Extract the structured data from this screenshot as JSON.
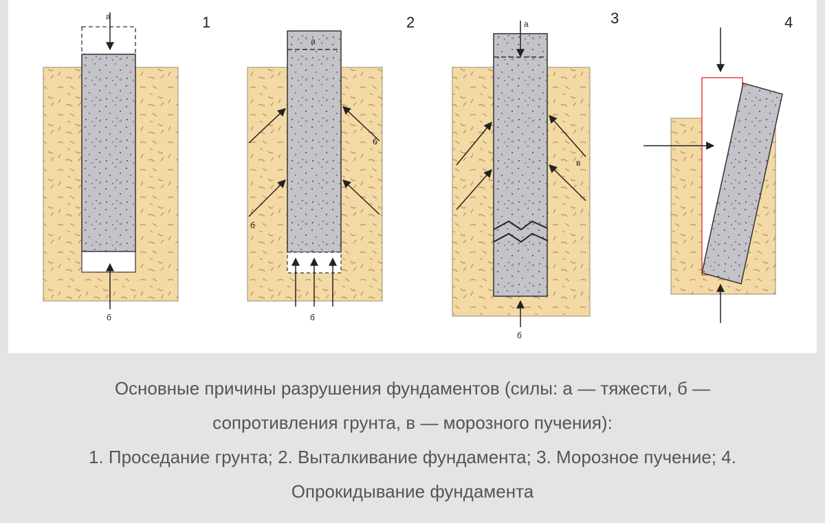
{
  "panels": [
    {
      "number": "1"
    },
    {
      "number": "2"
    },
    {
      "number": "3"
    },
    {
      "number": "4"
    }
  ],
  "force_labels": {
    "gravity": "а",
    "resistance": "б",
    "frost": "в"
  },
  "caption": [
    "Основные причины разрушения фундаментов (силы: а — тяжести, б —",
    "сопротивления грунта, в — морозного пучения):",
    "1. Проседание грунта; 2. Выталкивание фундамента; 3. Морозное пучение; 4.",
    "Опрокидывание фундамента"
  ],
  "colors": {
    "soil": "#f3d9a4",
    "soil_line": "#b89460",
    "concrete": "#c3c3c9",
    "outline": "#333333",
    "red_outline": "#e84040"
  }
}
